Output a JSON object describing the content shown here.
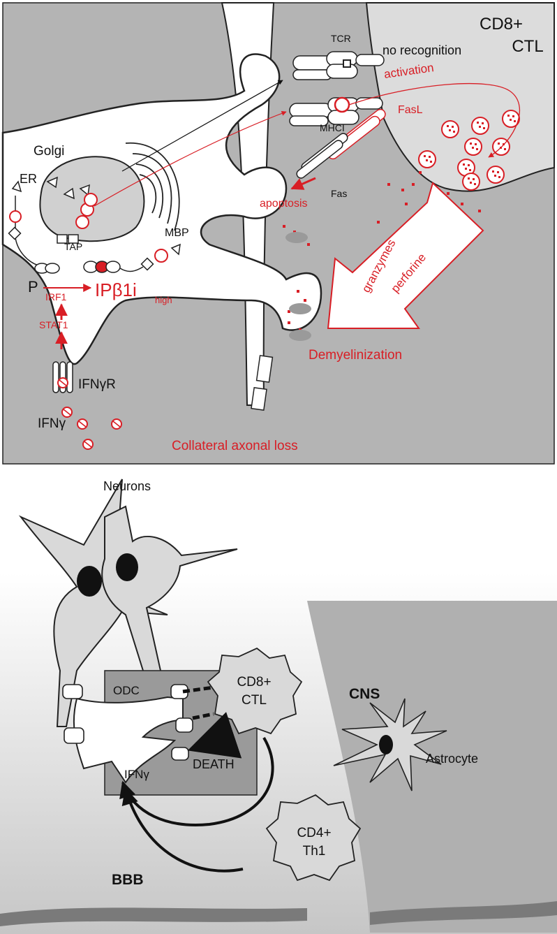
{
  "colors": {
    "red": "#d81e25",
    "panel_gray": "#b4b4b4",
    "light_gray": "#d9d9d9",
    "mid_gray": "#9a9a9a",
    "black": "#111111"
  },
  "top_panel": {
    "cell_label": "CD8+\nCTL",
    "cd8": "CD8+",
    "ctl": "CTL",
    "tcr": "TCR",
    "no_recognition": "no recognition",
    "activation": "activation",
    "mhci": "MHCI",
    "fasl": "FasL",
    "fas": "Fas",
    "apoptosis": "apoptosis",
    "golgi": "Golgi",
    "er": "ER",
    "tap": "TAP",
    "mbp": "MBP",
    "p": "P",
    "irf1": "IRF1",
    "ip_b1i": "IPβ1i",
    "high": "high",
    "stat1": "STAT1",
    "ifngr": "IFNγR",
    "ifng": "IFNγ",
    "granzymes": "granzymes",
    "perforine": "perforine",
    "demyelinization": "Demyelinization",
    "collateral": "Collateral axonal loss"
  },
  "bottom_panel": {
    "neurons": "Neurons",
    "odc": "ODC",
    "cd8": "CD8+",
    "ctl": "CTL",
    "cns": "CNS",
    "death": "DEATH",
    "ifng": "IFNγ",
    "astrocyte": "Astrocyte",
    "cd4": "CD4+",
    "th1": "Th1",
    "bbb": "BBB"
  }
}
